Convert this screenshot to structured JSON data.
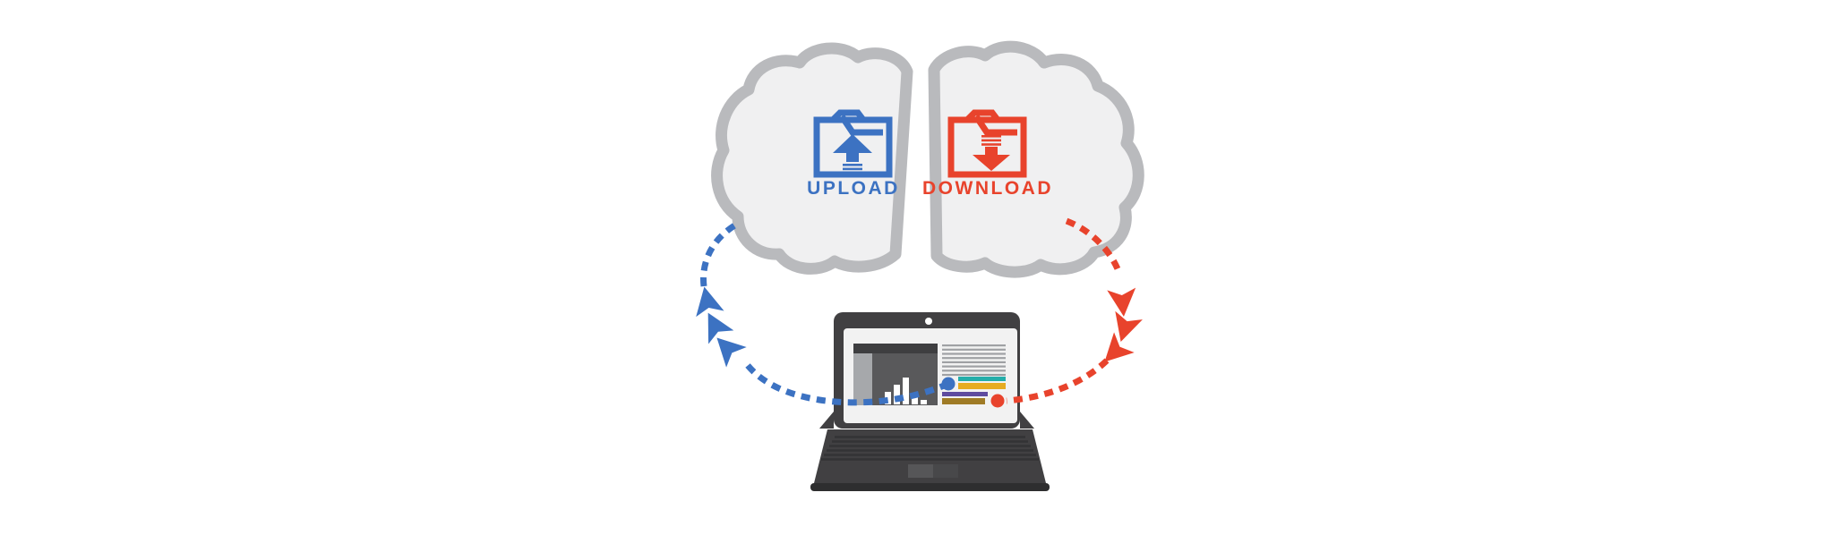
{
  "labels": {
    "upload": "UPLOAD",
    "download": "DOWNLOAD"
  },
  "colors": {
    "background": "#ffffff",
    "upload_blue": "#3c72c2",
    "download_red": "#e8432c",
    "cloud_fill": "#f0f0f1",
    "cloud_outline": "#b9babd",
    "laptop_body": "#414042",
    "laptop_bottom_strip": "#2e2e2f",
    "laptop_screen": "#f2f2f2",
    "keyboard_line": "#333335",
    "trackpad_left": "#565658",
    "trackpad_right": "#48484a",
    "chart_header": "#3e3e40",
    "chart_panel": "#59595b",
    "chart_sidebar": "#a6a8ab",
    "chart_bar_white": "#ffffff",
    "text_line_gray": "#9fa1a4",
    "highlight_teal": "#25aeaa",
    "highlight_yellow": "#e6ac22",
    "highlight_purple": "#5e4b9f",
    "highlight_olive": "#9f7b26"
  },
  "cloud": {
    "left_half_icon": "upload-folder",
    "right_half_icon": "download-folder"
  },
  "arrows": {
    "upload_direction": "laptop-to-cloud",
    "download_direction": "cloud-to-laptop",
    "arrowheads_per_path": 3
  },
  "laptop_screen_content": {
    "mini_chart_bar_heights": [
      14,
      22,
      30,
      12,
      5
    ],
    "text_line_count": 8,
    "highlight_bar_colors": [
      "#25aeaa",
      "#e6ac22",
      "#5e4b9f",
      "#9f7b26"
    ]
  }
}
